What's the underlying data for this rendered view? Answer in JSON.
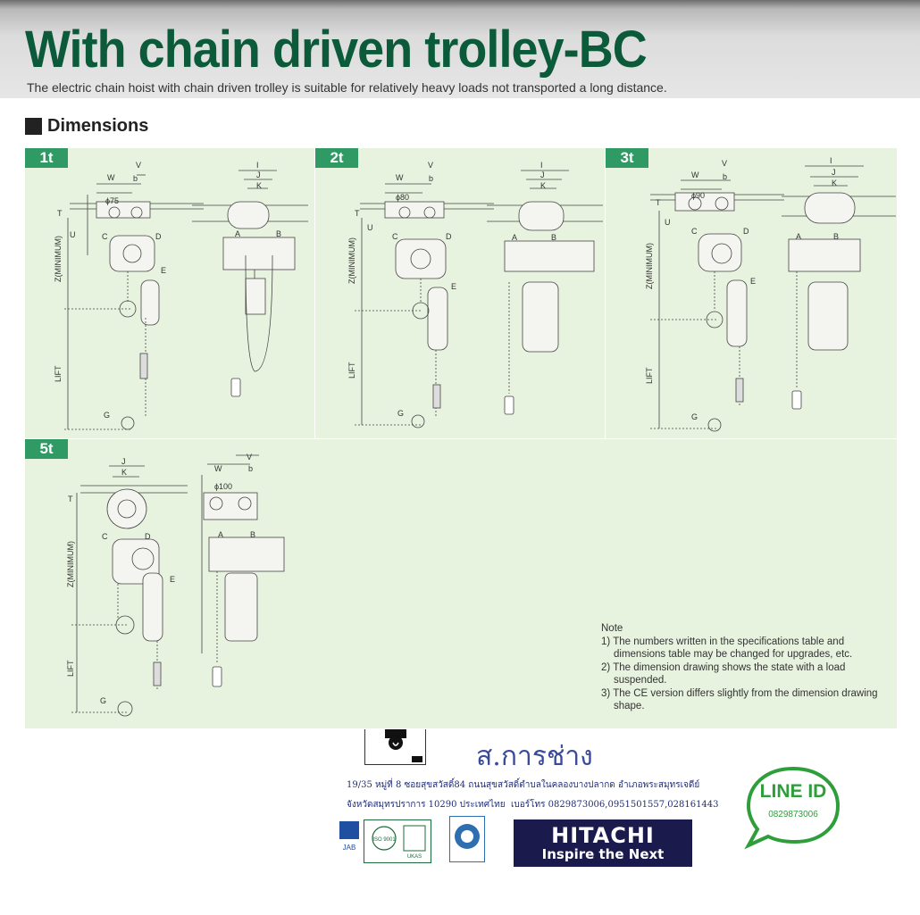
{
  "header": {
    "title": "With chain driven trolley-BC",
    "subtitle": "The electric chain hoist with chain driven trolley is suitable for relatively heavy loads not transported a long distance."
  },
  "section": {
    "title": "Dimensions"
  },
  "panels": [
    {
      "tag": "1t",
      "wheel_dia": "ϕ75"
    },
    {
      "tag": "2t",
      "wheel_dia": "ϕ80"
    },
    {
      "tag": "3t",
      "wheel_dia": "ϕ90"
    },
    {
      "tag": "5t",
      "wheel_dia": "ϕ100"
    }
  ],
  "dim_labels": {
    "W": "W",
    "V": "V",
    "b": "b",
    "I": "I",
    "J": "J",
    "K": "K",
    "T": "T",
    "U": "U",
    "C": "C",
    "D": "D",
    "A": "A",
    "B": "B",
    "E": "E",
    "G": "G",
    "Z": "Z(MINIMUM)",
    "LIFT": "LIFT"
  },
  "note": {
    "heading": "Note",
    "items": [
      "1) The numbers written in the specifications table and dimensions table may be changed for upgrades, etc.",
      "2) The dimension drawing shows the state with a load suspended.",
      "3) The CE version differs slightly from the dimension drawing shape."
    ]
  },
  "footer": {
    "company": "ส.การช่าง",
    "address_line1": "19/35 หมู่ที่ 8 ซอยสุขสวัสดิ์84 ถนนสุขสวัสดิ์ตำบลในคลองบางปลากด อำเภอพระสมุทรเจดีย์",
    "address_line2": "จังหวัดสมุทรปราการ 10290 ประเทศไทย",
    "phones": "เบอร์โทร 0829873006,0951501557,028161443",
    "iso_text": "ISO 9001",
    "jab_text": "JAB",
    "ukas_text": "UKAS",
    "hitachi_brand": "HITACHI",
    "hitachi_slogan": "Inspire the Next",
    "line_label": "LINE ID",
    "line_id": "0829873006"
  },
  "colors": {
    "title_green": "#0b5a3a",
    "tag_green": "#2f9a63",
    "panel_bg": "#e7f2df",
    "hitachi_bg": "#1b1a4d",
    "line_green": "#2e9e3a"
  }
}
